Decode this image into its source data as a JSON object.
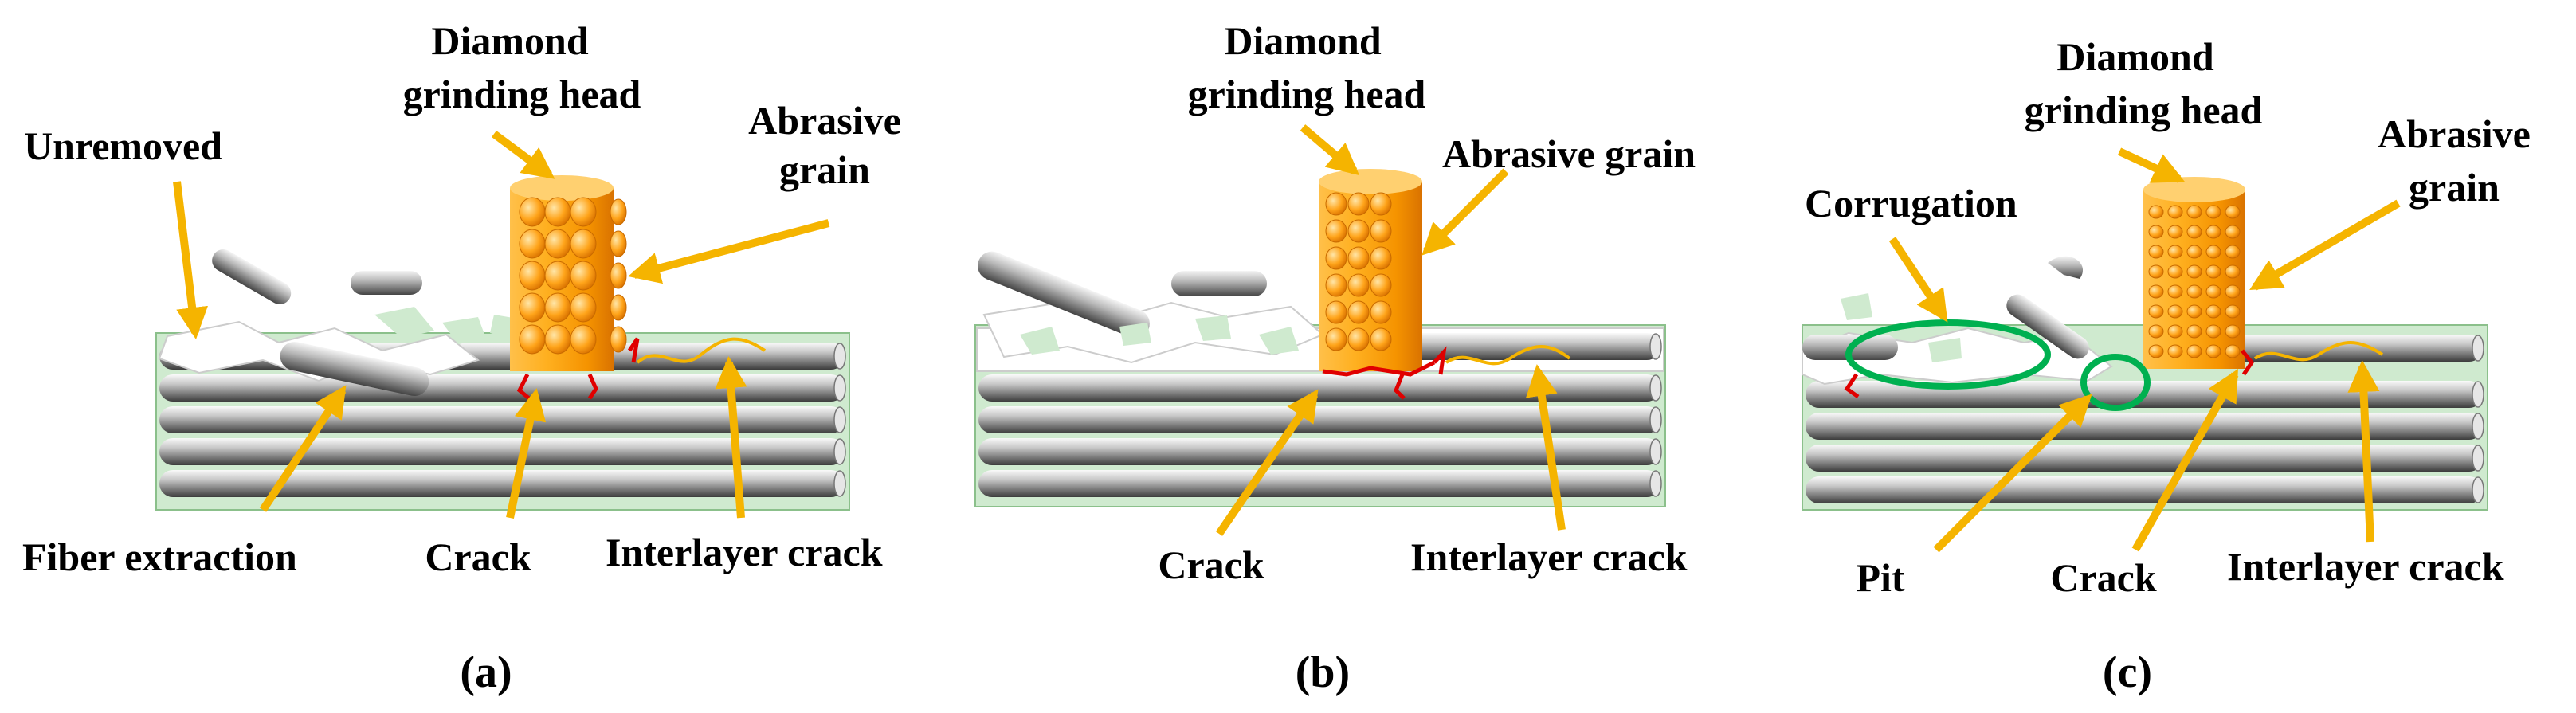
{
  "colors": {
    "arrow": "#F5B400",
    "head_light": "#FFD070",
    "head_mid": "#FFA41A",
    "head_dark": "#D97200",
    "fiber_light": "#F2F2F2",
    "fiber_dark": "#4A4A4A",
    "matrix": "#CFEACF",
    "crack": "#E00000",
    "corrugation": "#00B050"
  },
  "panels": [
    {
      "caption": "(a)",
      "labels": {
        "head": [
          "Diamond",
          "grinding head"
        ],
        "grain": [
          "Abrasive",
          "grain"
        ],
        "unremoved": "Unremoved",
        "fiber_extraction": "Fiber extraction",
        "crack": "Crack",
        "interlayer": "Interlayer crack"
      }
    },
    {
      "caption": "(b)",
      "labels": {
        "head": [
          "Diamond",
          "grinding head"
        ],
        "grain": "Abrasive grain",
        "crack": "Crack",
        "interlayer": "Interlayer crack"
      }
    },
    {
      "caption": "(c)",
      "labels": {
        "head": [
          "Diamond",
          "grinding head"
        ],
        "grain": [
          "Abrasive",
          "grain"
        ],
        "corrugation": "Corrugation",
        "pit": "Pit",
        "crack": "Crack",
        "interlayer": "Interlayer crack"
      }
    }
  ]
}
